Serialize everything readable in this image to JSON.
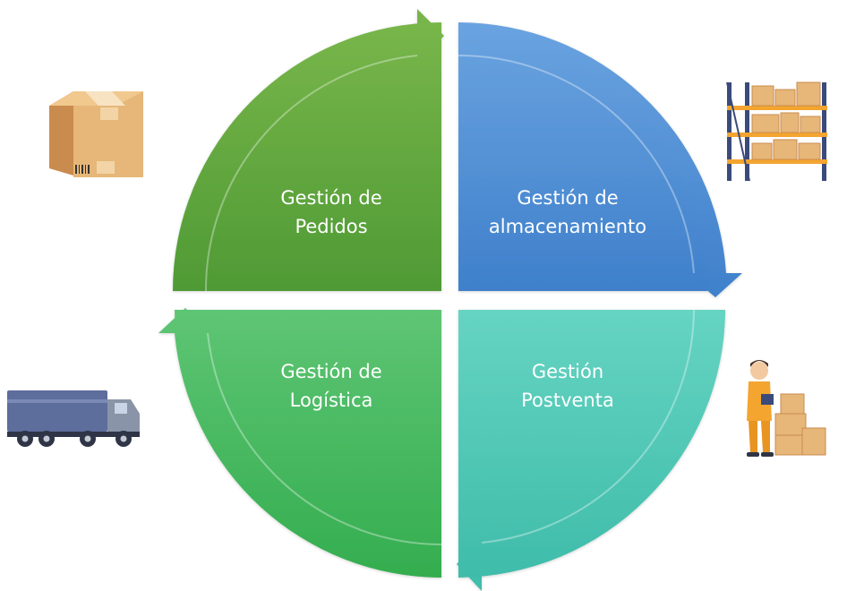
{
  "diagram": {
    "quadrants": [
      {
        "id": "pedidos",
        "line1": "Gestión de",
        "line2": "Pedidos",
        "color": "#5a9f3d",
        "color_light": "#76b24b"
      },
      {
        "id": "almacenamiento",
        "line1": "Gestión de",
        "line2": "almacenamiento",
        "color": "#4a89d2",
        "color_light": "#6aa3e0"
      },
      {
        "id": "postventa",
        "line1": "Gestión",
        "line2": "Postventa",
        "color": "#4cc7b3",
        "color_light": "#6ed7c6"
      },
      {
        "id": "logistica",
        "line1": "Gestión de",
        "line2": "Logística",
        "color": "#3bb357",
        "color_light": "#5bc472"
      }
    ],
    "icons": [
      {
        "name": "cardboard-box-icon"
      },
      {
        "name": "warehouse-shelves-icon"
      },
      {
        "name": "delivery-truck-icon"
      },
      {
        "name": "warehouse-worker-icon"
      }
    ]
  }
}
